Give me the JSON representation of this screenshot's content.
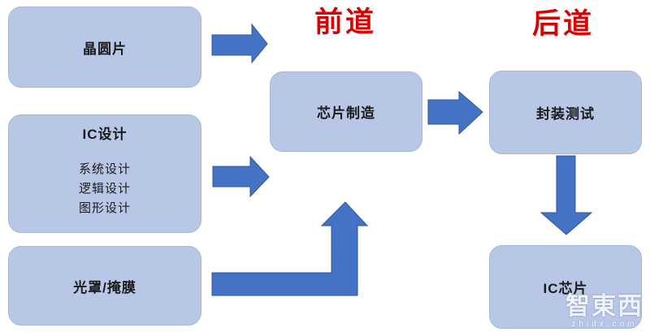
{
  "diagram": {
    "stage_labels": {
      "front_end": "前道",
      "back_end": "后道"
    },
    "boxes": {
      "wafer": {
        "label": "晶圆片"
      },
      "ic_design": {
        "title": "IC设计",
        "lines": [
          "系统设计",
          "逻辑设计",
          "图形设计"
        ]
      },
      "mask": {
        "label": "光罩/掩膜"
      },
      "fab": {
        "label": "芯片制造"
      },
      "package_test": {
        "label": "封装测试"
      },
      "ic_chip": {
        "label": "IC芯片"
      }
    },
    "watermark": {
      "logo": "智東西",
      "url": "zhidx.com"
    }
  },
  "colors": {
    "box_fill": "#b8c7e6",
    "box_border": "#a6b8da",
    "arrow_fill": "#4472c4",
    "arrow_stroke": "#2f5597",
    "stage_label_color": "#dd0000",
    "text_color": "#1a1a1a"
  }
}
